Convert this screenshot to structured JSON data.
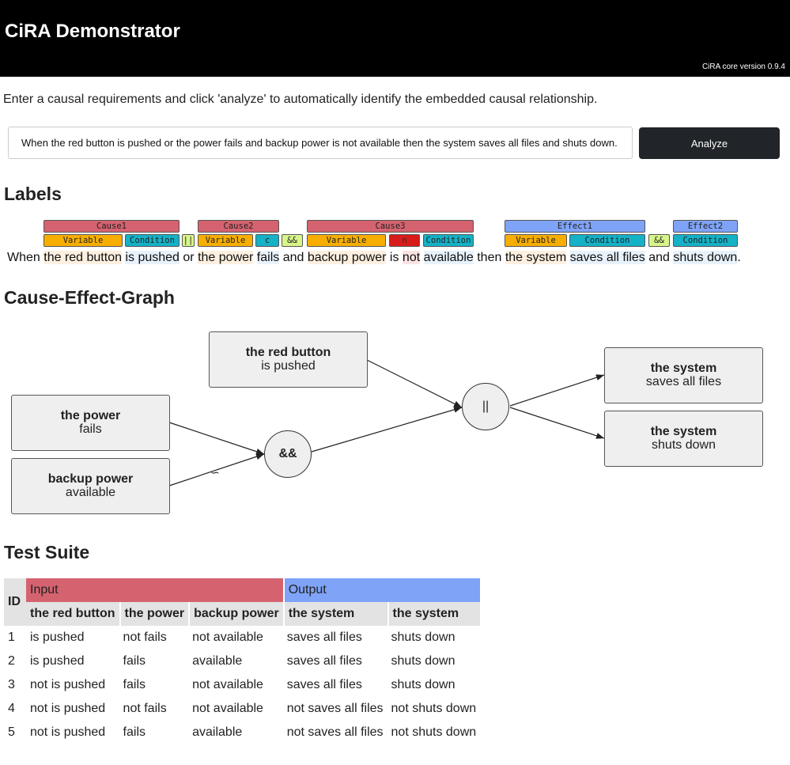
{
  "header": {
    "title": "CiRA Demonstrator",
    "version": "CiRA core version 0.9.4"
  },
  "intro": "Enter a causal requirements and click 'analyze' to automatically identify the embedded causal relationship.",
  "requirement": {
    "value": "When the red button is pushed or the power fails and backup power is not available then the system saves all files and shuts down."
  },
  "analyze_button": "Analyze",
  "sections": {
    "labels": "Labels",
    "graph": "Cause-Effect-Graph",
    "tests": "Test Suite"
  },
  "labels": {
    "top": [
      "Cause1",
      "Cause2",
      "Cause3",
      "Effect1",
      "Effect2"
    ],
    "bottom": [
      "Variable",
      "Condition",
      "||",
      "Variable",
      "c",
      "&&",
      "Variable",
      "n",
      "Condition",
      "Variable",
      "Condition",
      "&&",
      "Condition"
    ],
    "sentence": [
      "When ",
      "the red button",
      " ",
      "is pushed",
      " or ",
      "the power",
      " ",
      "fails",
      " and ",
      "backup power",
      " is ",
      "not",
      " ",
      "available",
      " then ",
      "the system",
      " ",
      "saves all files",
      " and ",
      "shuts down",
      "."
    ]
  },
  "graph": {
    "nodes": [
      {
        "bold": "the red button",
        "text": "is pushed"
      },
      {
        "bold": "the power",
        "text": "fails"
      },
      {
        "bold": "backup power",
        "text": "available"
      },
      {
        "bold": "the system",
        "text": "saves all files"
      },
      {
        "bold": "the system",
        "text": "shuts down"
      }
    ],
    "operators": [
      "&&",
      "||"
    ],
    "negation_symbol": "∽"
  },
  "test_suite": {
    "id_header": "ID",
    "input_header": "Input",
    "output_header": "Output",
    "columns": [
      "the red button",
      "the power",
      "backup power",
      "the system",
      "the system"
    ],
    "rows": [
      [
        "1",
        "is pushed",
        "not fails",
        "not available",
        "saves all files",
        "shuts down"
      ],
      [
        "2",
        "is pushed",
        "fails",
        "available",
        "saves all files",
        "shuts down"
      ],
      [
        "3",
        "not is pushed",
        "fails",
        "not available",
        "saves all files",
        "shuts down"
      ],
      [
        "4",
        "not is pushed",
        "not fails",
        "not available",
        "not saves all files",
        "not shuts down"
      ],
      [
        "5",
        "not is pushed",
        "fails",
        "available",
        "not saves all files",
        "not shuts down"
      ]
    ]
  }
}
